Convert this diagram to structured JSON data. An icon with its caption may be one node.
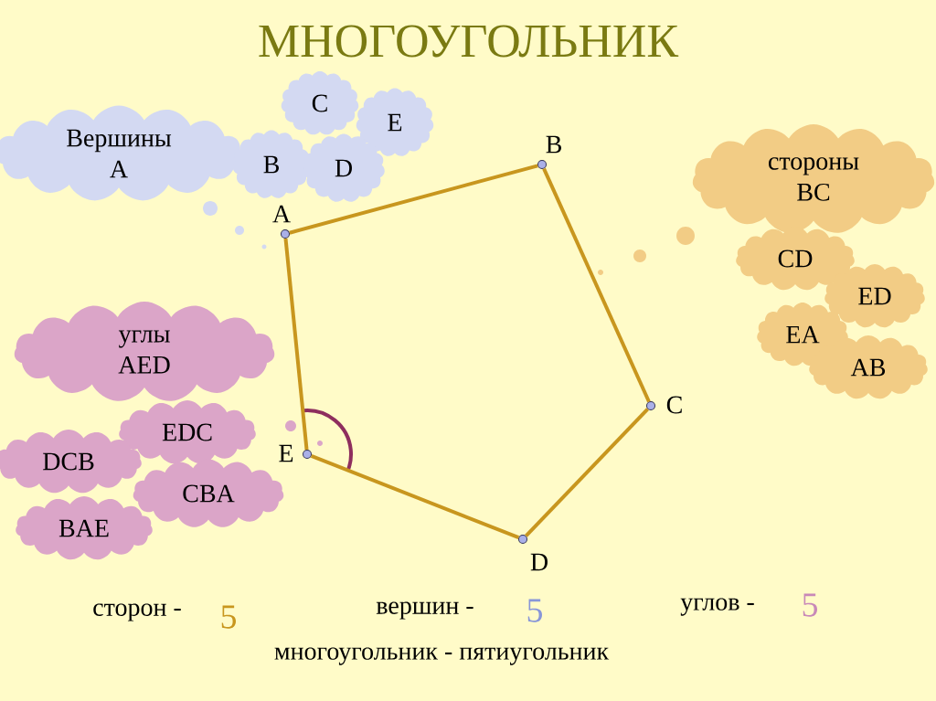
{
  "diagram": {
    "title": "МНОГОУГОЛЬНИК",
    "nodes": [
      {
        "text": [
          "Вершины",
          "A"
        ]
      },
      {
        "text": [
          "C"
        ]
      },
      {
        "text": [
          "E"
        ]
      },
      {
        "text": [
          "B"
        ]
      },
      {
        "text": [
          "D"
        ]
      },
      {
        "text": [
          "стороны",
          "BC"
        ]
      },
      {
        "text": [
          "CD"
        ]
      },
      {
        "text": [
          "ED"
        ]
      },
      {
        "text": [
          "EA"
        ]
      },
      {
        "text": [
          "AB"
        ]
      },
      {
        "text": [
          "углы",
          "AED"
        ]
      },
      {
        "text": [
          "EDC"
        ]
      },
      {
        "text": [
          "DCB"
        ]
      },
      {
        "text": [
          "CBA"
        ]
      },
      {
        "text": [
          "BAE"
        ]
      },
      {
        "text": [],
        "shape": "circle",
        "beside": [
          "A"
        ]
      },
      {
        "text": [],
        "shape": "circle",
        "beside": [
          "B"
        ]
      },
      {
        "text": [],
        "shape": "circle",
        "beside": [
          "C"
        ]
      },
      {
        "text": [],
        "shape": "circle",
        "beside": [
          "D"
        ]
      },
      {
        "text": [],
        "shape": "circle",
        "beside": [
          "E"
        ]
      }
    ],
    "edges": [
      {
        "from": 15,
        "to": 16,
        "arrow": "none"
      },
      {
        "from": 16,
        "to": 17,
        "arrow": "none"
      },
      {
        "from": 17,
        "to": 18,
        "arrow": "none"
      },
      {
        "from": 18,
        "to": 19,
        "arrow": "none"
      },
      {
        "from": 19,
        "to": 15,
        "arrow": "none"
      }
    ],
    "labels": [
      "сторон -",
      "5",
      "вершин -",
      "5",
      "углов -",
      "5",
      "многоугольник - пятиугольник"
    ]
  }
}
